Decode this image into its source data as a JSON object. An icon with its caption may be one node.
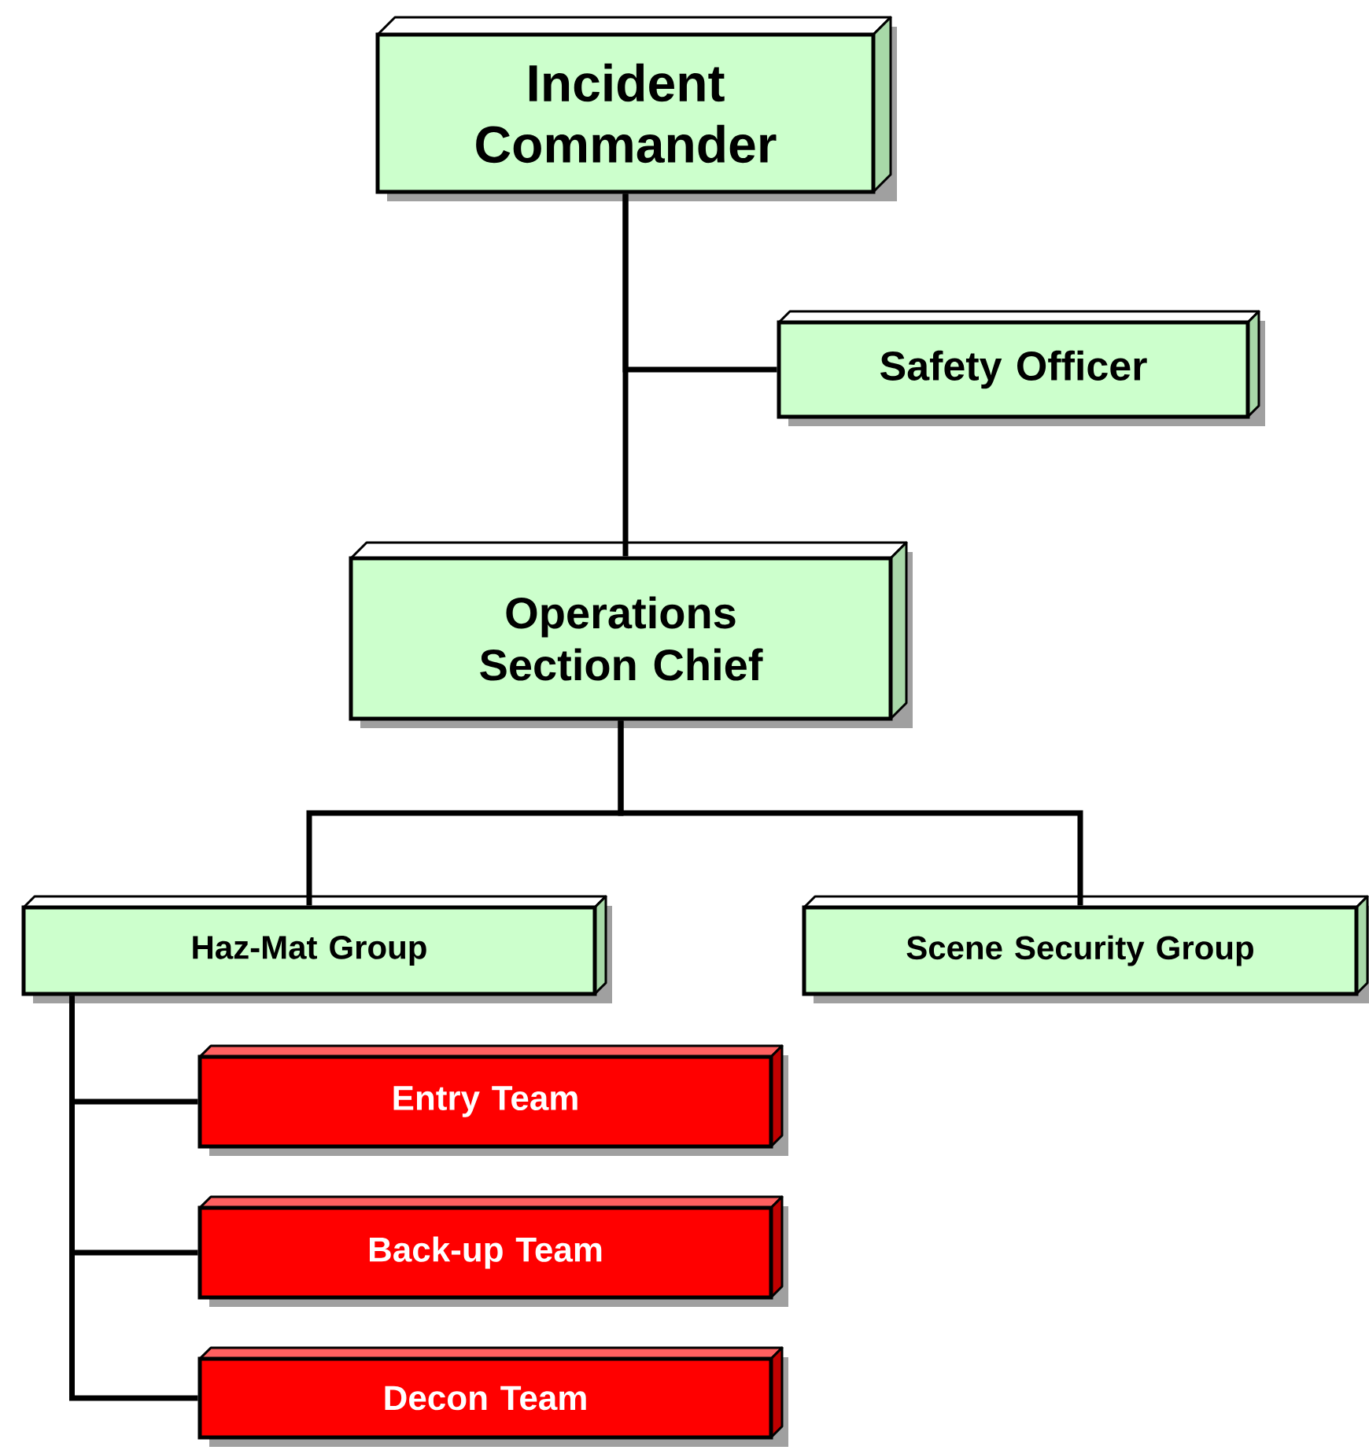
{
  "diagram": {
    "nodes": [
      {
        "text": [
          "Incident Commander"
        ]
      },
      {
        "text": [
          "Safety Officer"
        ]
      },
      {
        "text": [
          "Operations Section Chief"
        ]
      },
      {
        "text": [
          "Haz-Mat Group"
        ]
      },
      {
        "text": [
          "Scene Security Group"
        ]
      },
      {
        "text": [
          "Entry Team"
        ]
      },
      {
        "text": [
          "Back-up Team"
        ]
      },
      {
        "text": [
          "Decon Team"
        ]
      }
    ],
    "edges": [
      {
        "from": 0,
        "to": 1,
        "arrow": "none"
      },
      {
        "from": 0,
        "to": 2,
        "arrow": "none"
      },
      {
        "from": 2,
        "to": 3,
        "arrow": "none"
      },
      {
        "from": 2,
        "to": 4,
        "arrow": "none"
      },
      {
        "from": 3,
        "to": 5,
        "arrow": "none"
      },
      {
        "from": 3,
        "to": 6,
        "arrow": "none"
      },
      {
        "from": 3,
        "to": 7,
        "arrow": "none"
      }
    ]
  }
}
